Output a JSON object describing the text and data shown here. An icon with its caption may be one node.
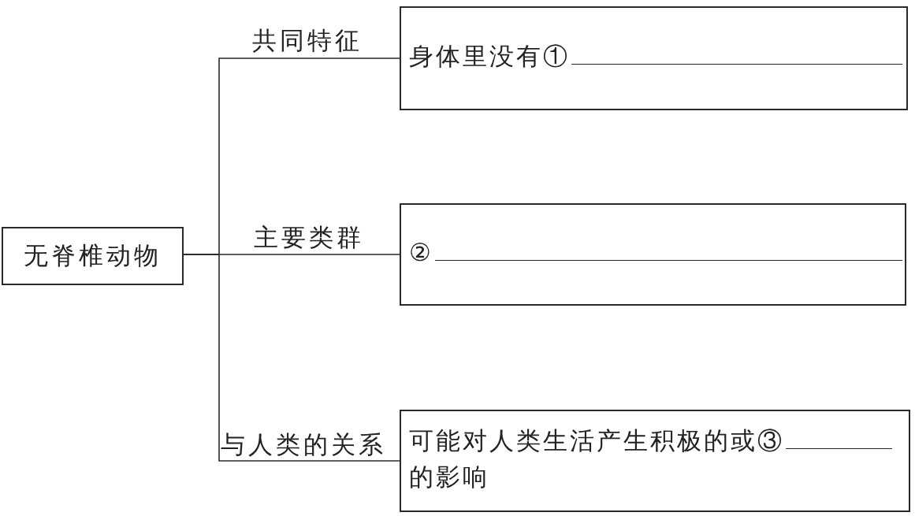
{
  "diagram": {
    "nodes": [
      {
        "text": [
          "无脊椎动物"
        ]
      },
      {
        "text": [
          "身体里没有①"
        ]
      },
      {
        "text": [
          "②"
        ]
      },
      {
        "text": [
          "可能对人类生活产生积极的或③",
          "的影响"
        ]
      }
    ],
    "edges": [
      {
        "from": 0,
        "to": 1,
        "arrow": "none",
        "label": "共同特征"
      },
      {
        "from": 0,
        "to": 2,
        "arrow": "none",
        "label": "主要类群"
      },
      {
        "from": 0,
        "to": 3,
        "arrow": "none",
        "label": "与人类的关系"
      }
    ]
  }
}
